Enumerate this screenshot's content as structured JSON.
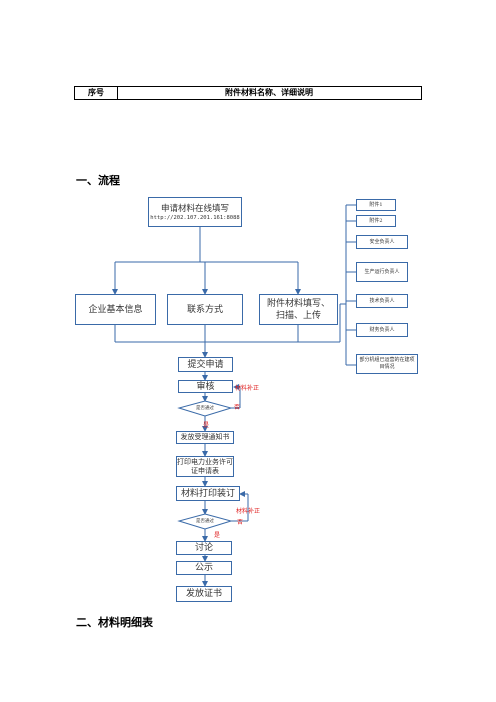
{
  "table": {
    "col1": "序号",
    "col2": "附件材料名称、详细说明"
  },
  "section1_title": "一、流程",
  "section2_title": "二、材料明细表",
  "flow": {
    "apply_line1": "申请材料在线填写",
    "apply_url": "http://202.107.201.161:8088",
    "company_info": "企业基本信息",
    "contact": "联系方式",
    "attach_line1": "附件材料填写、",
    "attach_line2": "扫描、上传",
    "submit": "提交申请",
    "review": "审核",
    "decision1": "是否通过",
    "no1": "否",
    "yes1": "是",
    "supplement1": "材料补正",
    "notice": "发放受理通知书",
    "print_form_line1": "打印电力业务许可",
    "print_form_line2": "证申请表",
    "bind": "材料打印装订",
    "decision2": "是否通过",
    "no2": "否",
    "yes2": "是",
    "supplement2": "材料补正",
    "discuss": "讨论",
    "publicity": "公示",
    "issue": "发放证书"
  },
  "attachments": [
    "附件1",
    "附件2",
    "安全负责人",
    "生产运行负责人",
    "技术负责人",
    "财务负责人",
    "部分机组已运营的在建项目情况"
  ]
}
